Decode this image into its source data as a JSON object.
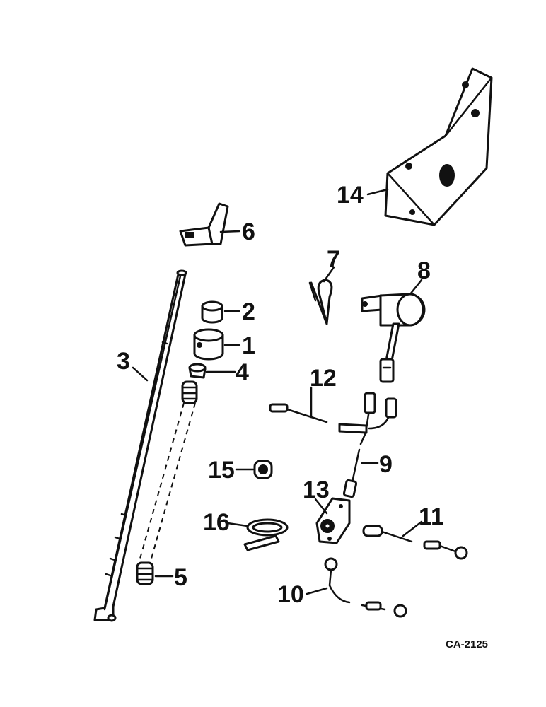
{
  "callouts": {
    "c1": "1",
    "c2": "2",
    "c3": "3",
    "c4": "4",
    "c5": "5",
    "c6": "6",
    "c7": "7",
    "c8": "8",
    "c9": "9",
    "c10": "10",
    "c11": "11",
    "c12": "12",
    "c13": "13",
    "c14": "14",
    "c15": "15",
    "c16": "16"
  },
  "figure_code": "CA-2125"
}
